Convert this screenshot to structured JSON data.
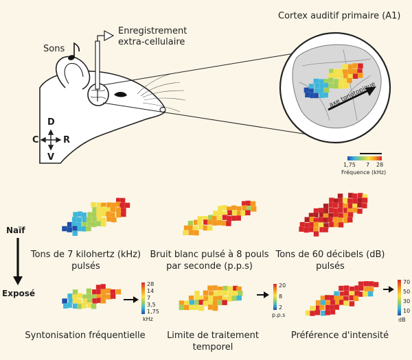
{
  "top": {
    "sound_label": "Sons",
    "recording_label_1": "Enregistrement",
    "recording_label_2": "extra-cellulaire",
    "cortex_title": "Cortex auditif primaire (A1)",
    "axis_label": "axe tonotopique",
    "orientation": {
      "dorsal": "D",
      "ventral": "V",
      "caudal": "C",
      "rostral": "R"
    },
    "freq_scale": {
      "ticks": [
        "1,75",
        "7",
        "28"
      ],
      "label": "Fréquence (kHz)"
    }
  },
  "conditions": {
    "naive": "Naïf",
    "exposed": "Exposé"
  },
  "naive_maps": [
    {
      "caption_1": "Tons de 7 kilohertz (kHz)",
      "caption_2": "pulsés"
    },
    {
      "caption_1": "Bruit blanc pulsé à 8 pouls",
      "caption_2": "par seconde (p.p.s)"
    },
    {
      "caption_1": "Tons de 60 décibels (dB)",
      "caption_2": "pulsés"
    }
  ],
  "exposed_maps": [
    {
      "caption_1": "Syntonisation fréquentielle",
      "caption_2": "",
      "scale_ticks": [
        "28",
        "14",
        "7",
        "3,5",
        "1,75"
      ],
      "scale_unit": "kHz"
    },
    {
      "caption_1": "Limite de traitement",
      "caption_2": "temporel",
      "scale_ticks": [
        "20",
        "8",
        "2"
      ],
      "scale_unit": "p.p.s"
    },
    {
      "caption_1": "Préférence d'intensité",
      "caption_2": "",
      "scale_ticks": [
        "70",
        "50",
        "30",
        "10"
      ],
      "scale_unit": "dB"
    }
  ],
  "colors": {
    "background": "#fbf6e8",
    "map_red": "#d8262a",
    "map_orange": "#f39a1f",
    "map_yellow": "#f4e04a",
    "map_green": "#a5cf5a",
    "map_cyan": "#3fb6d9",
    "map_blue": "#1f4fa8"
  }
}
